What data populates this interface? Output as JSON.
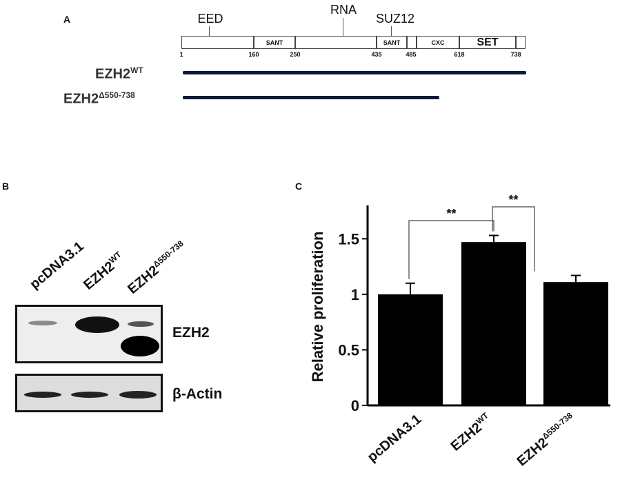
{
  "panels": {
    "a": "A",
    "b": "B",
    "c": "C"
  },
  "domain_map": {
    "domains": [
      {
        "name": "",
        "size": "normal"
      },
      {
        "name": "SANT",
        "size": "normal"
      },
      {
        "name": "",
        "size": "normal"
      },
      {
        "name": "SANT",
        "size": "normal"
      },
      {
        "name": "",
        "size": "normal"
      },
      {
        "name": "CXC",
        "size": "normal"
      },
      {
        "name": "SET",
        "size": "big"
      },
      {
        "name": "",
        "size": "normal"
      }
    ],
    "positions": [
      "1",
      "160",
      "250",
      "435",
      "485",
      "618",
      "738"
    ],
    "callouts": [
      "EED",
      "RNA",
      "SUZ12"
    ]
  },
  "constructs": [
    {
      "base": "EZH2",
      "sup": "WT"
    },
    {
      "base": "EZH2",
      "sup": "Δ550-738"
    }
  ],
  "western_blot": {
    "lanes": [
      {
        "base": "pcDNA3.1",
        "sup": ""
      },
      {
        "base": "EZH2",
        "sup": "WT"
      },
      {
        "base": "EZH2",
        "sup": "Δ550-738"
      }
    ],
    "rows": [
      "EZH2",
      "β-Actin"
    ]
  },
  "chart_data": {
    "type": "bar",
    "categories": [
      {
        "base": "pcDNA3.1",
        "sup": ""
      },
      {
        "base": "EZH2",
        "sup": "WT"
      },
      {
        "base": "EZH2",
        "sup": "Δ550-738"
      }
    ],
    "values": [
      1.0,
      1.47,
      1.11
    ],
    "errors": [
      0.1,
      0.06,
      0.06
    ],
    "ylabel": "Relative proliferation",
    "ylim": [
      0,
      1.8
    ],
    "yticks": [
      {
        "value": 0,
        "label": "0"
      },
      {
        "value": 0.5,
        "label": "0.5"
      },
      {
        "value": 1,
        "label": "1"
      },
      {
        "value": 1.5,
        "label": "1.5"
      }
    ],
    "significance": [
      {
        "from": 0,
        "to": 1,
        "label": "**"
      },
      {
        "from": 1,
        "to": 2,
        "label": "**"
      }
    ],
    "bar_color": "#000000"
  }
}
